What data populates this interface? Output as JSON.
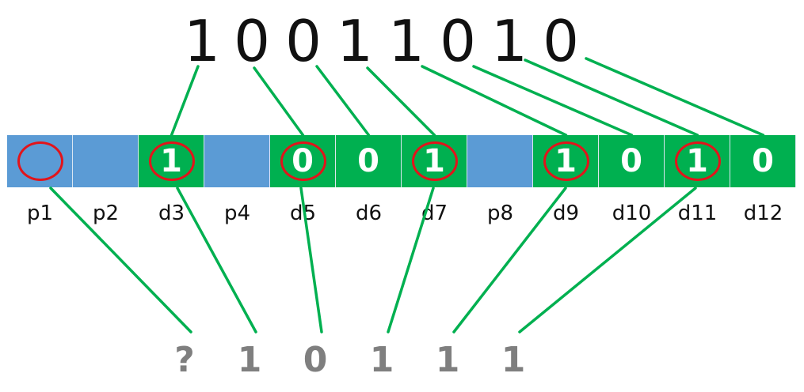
{
  "top_bits": [
    "1",
    "0",
    "0",
    "1",
    "1",
    "0",
    "1",
    "0"
  ],
  "cells": [
    {
      "label": "p1",
      "value": "",
      "kind": "parity",
      "circled": true
    },
    {
      "label": "p2",
      "value": "",
      "kind": "parity",
      "circled": false
    },
    {
      "label": "d3",
      "value": "1",
      "kind": "data",
      "circled": true
    },
    {
      "label": "p4",
      "value": "",
      "kind": "parity",
      "circled": false
    },
    {
      "label": "d5",
      "value": "0",
      "kind": "data",
      "circled": true
    },
    {
      "label": "d6",
      "value": "0",
      "kind": "data",
      "circled": false
    },
    {
      "label": "d7",
      "value": "1",
      "kind": "data",
      "circled": true
    },
    {
      "label": "p8",
      "value": "",
      "kind": "parity",
      "circled": false
    },
    {
      "label": "d9",
      "value": "1",
      "kind": "data",
      "circled": true
    },
    {
      "label": "d10",
      "value": "0",
      "kind": "data",
      "circled": false
    },
    {
      "label": "d11",
      "value": "1",
      "kind": "data",
      "circled": true
    },
    {
      "label": "d12",
      "value": "0",
      "kind": "data",
      "circled": false
    }
  ],
  "bottom_bits": [
    "?",
    "1",
    "0",
    "1",
    "1",
    "1"
  ],
  "colors": {
    "parity": "#5b9bd5",
    "data": "#00b050",
    "ring": "#e2141b",
    "connector": "#00b050",
    "bottom_text": "#7f7f7f"
  }
}
